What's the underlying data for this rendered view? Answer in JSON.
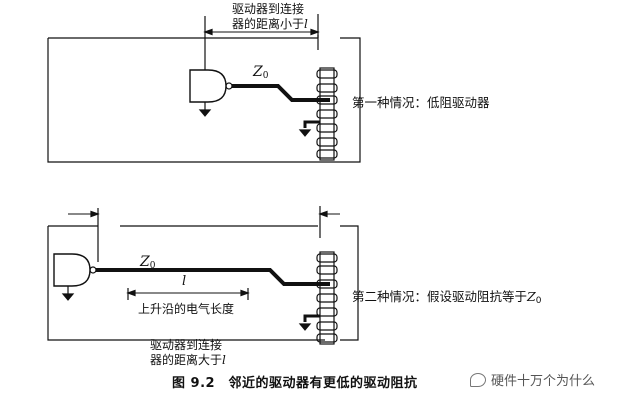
{
  "top": {
    "dim_label_line1": "驱动器到连接",
    "dim_label_line2": "器的距离小于",
    "dim_label_var": "l",
    "trace_impedance": "Z",
    "trace_impedance_sub": "0",
    "case_label": "第一种情况：低阻驱动器"
  },
  "bottom": {
    "trace_impedance": "Z",
    "trace_impedance_sub": "0",
    "length_var": "l",
    "rise_label": "上升沿的电气长度",
    "case_label_main": "第二种情况：假设驱动阻抗等于",
    "case_label_var": "Z",
    "case_label_sub": "0",
    "dim_label_line1": "驱动器到连接",
    "dim_label_line2": "器的距离大于",
    "dim_label_var": "l"
  },
  "caption": "图 9.2　邻近的驱动器有更低的驱动阻抗",
  "watermark": "硬件十万个为什么"
}
